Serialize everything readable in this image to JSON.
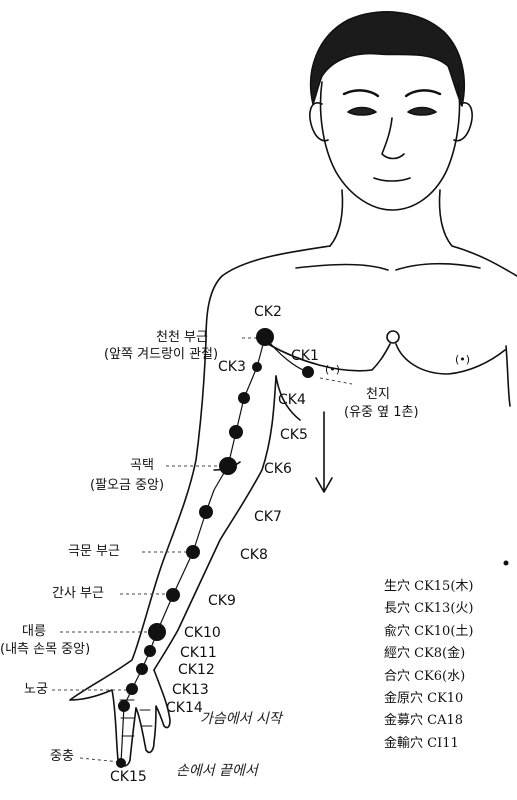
{
  "points": [
    {
      "id": "CK1",
      "label": "CK1"
    },
    {
      "id": "CK2",
      "label": "CK2"
    },
    {
      "id": "CK3",
      "label": "CK3"
    },
    {
      "id": "CK4",
      "label": "CK4"
    },
    {
      "id": "CK5",
      "label": "CK5"
    },
    {
      "id": "CK6",
      "label": "CK6"
    },
    {
      "id": "CK7",
      "label": "CK7"
    },
    {
      "id": "CK8",
      "label": "CK8"
    },
    {
      "id": "CK9",
      "label": "CK9"
    },
    {
      "id": "CK10",
      "label": "CK10"
    },
    {
      "id": "CK11",
      "label": "CK11"
    },
    {
      "id": "CK12",
      "label": "CK12"
    },
    {
      "id": "CK13",
      "label": "CK13"
    },
    {
      "id": "CK14",
      "label": "CK14"
    },
    {
      "id": "CK15",
      "label": "CK15"
    }
  ],
  "annotations": {
    "cheonchon_1": "천천 부근",
    "cheonchon_2": "(앞쪽 겨드랑이 관절)",
    "cheonji_1": "천지",
    "cheonji_2": "(유중 옆 1촌)",
    "gokthaek_1": "곡택",
    "gokthaek_2": "(팔오금 중앙)",
    "geukmun": "극문 부근",
    "gansa": "간사 부근",
    "daereung_1": "대릉",
    "daereung_2": "(내측 손목 중앙)",
    "nogung": "노궁",
    "jungchung": "중충",
    "nipple_mark_left": "(•)",
    "nipple_mark_right": "(•)"
  },
  "legend": [
    "生穴 CK15(木)",
    "長穴 CK13(火)",
    "兪穴 CK10(土)",
    "經穴 CK8(金)",
    "合穴 CK6(水)",
    "金原穴 CK10",
    "金募穴 CA18",
    "金輸穴 CI11"
  ],
  "handwriting": {
    "line1": "가슴에서 시작",
    "line2": "손에서 끝에서"
  }
}
